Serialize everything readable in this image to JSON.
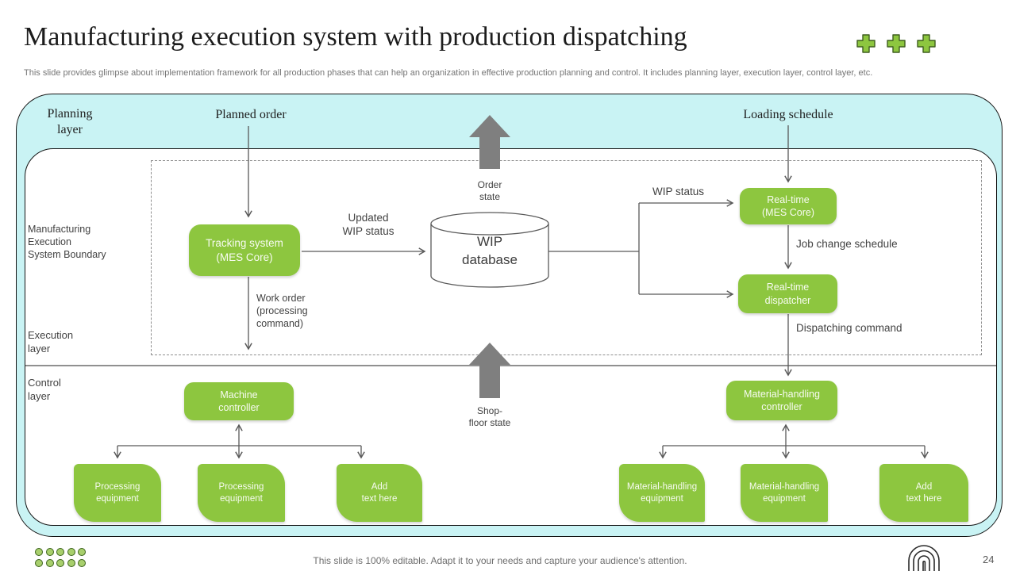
{
  "slide": {
    "title": "Manufacturing execution system with production dispatching",
    "subtitle": "This slide provides glimpse about implementation framework for all production phases that can help an organization in effective  production planning and control. It includes planning layer,  execution layer,  control layer,  etc.",
    "footer_note": "This slide is 100% editable. Adapt it to your needs and capture your audience's attention.",
    "page_number": "24"
  },
  "bands": {
    "planning_layer": "Planning\nlayer",
    "planned_order": "Planned order",
    "loading_schedule": "Loading schedule"
  },
  "layers": {
    "mes_boundary": "Manufacturing\nExecution\nSystem Boundary",
    "execution_layer": "Execution\nlayer",
    "control_layer": "Control\nlayer"
  },
  "nodes": {
    "tracking_system": "Tracking system\n(MES Core)",
    "wip_database": "WIP\ndatabase",
    "realtime_core": "Real-time\n(MES Core)",
    "realtime_dispatcher": "Real-time\ndispatcher",
    "machine_controller": "Machine\ncontroller",
    "material_controller": "Material-handling\ncontroller"
  },
  "equipment": [
    "Processing\nequipment",
    "Processing\nequipment",
    "Add\ntext here",
    "Material-handling\nequipment",
    "Material-handling\nequipment",
    "Add\ntext here"
  ],
  "flow_labels": {
    "order_state": "Order\nstate",
    "shop_floor_state": "Shop-\nfloor state",
    "updated_wip_status": "Updated\nWIP status",
    "wip_status": "WIP status",
    "job_change_schedule": "Job change schedule",
    "dispatching_command": "Dispatching command",
    "work_order": "Work order\n(processing\ncommand)"
  },
  "icons": {
    "decorative_plus": "plus-icon",
    "fingerprint": "fingerprint-icon",
    "dots_grid": "dots-pattern"
  },
  "colors": {
    "node_green": "#8dc63f",
    "band_cyan": "#c9f3f4",
    "arrow_gray": "#7f7f7f",
    "connector_gray": "#595959"
  }
}
